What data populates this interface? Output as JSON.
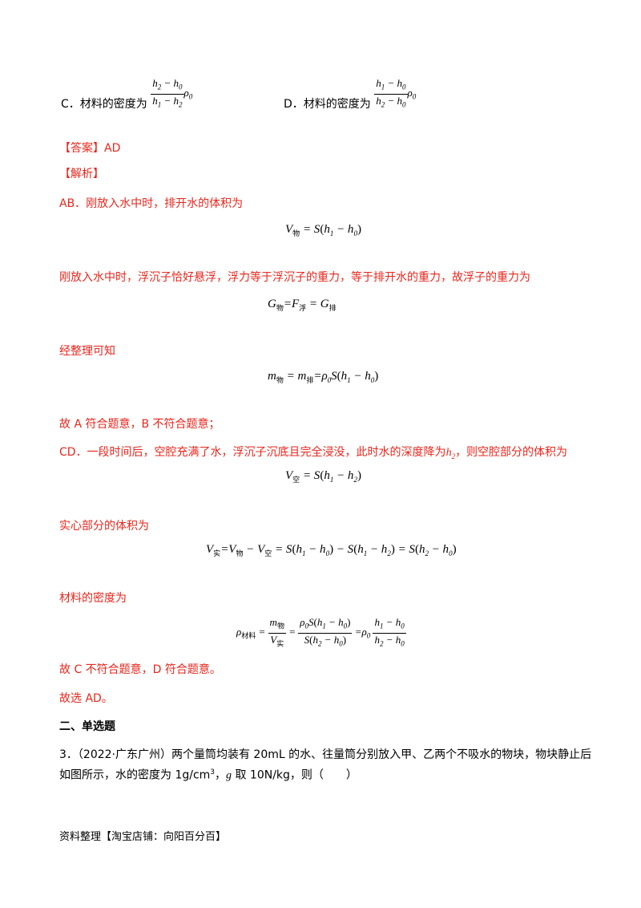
{
  "options": {
    "c_label": "C．材料的密度为",
    "d_label": "D．材料的密度为"
  },
  "answer": "【答案】AD",
  "analysis_title": "【解析】",
  "ab_text": "AB．刚放入水中时，排开水的体积为",
  "float_text": "刚放入水中时，浮沉子恰好悬浮，浮力等于浮沉子的重力，等于排开水的重力，故浮子的重力为",
  "sorted_text": "经整理可知",
  "conclusion_ab": "故 A 符合题意，B 不符合题意；",
  "cd_text_pre": "CD．一段时间后，空腔充满了水，浮沉子沉底且完全浸没，此时水的深度降为",
  "cd_text_post": "，则空腔部分的体积为",
  "solid_text": "实心部分的体积为",
  "density_text": "材料的密度为",
  "conclusion_cd": "故 C 不符合题意，D 符合题意。",
  "final_choice": "故选 AD。",
  "section_title": "二、单选题",
  "q3_line1": "3．（2022·广东广州）两个量筒均装有 20mL 的水、往量筒分别放入甲、乙两个不吸水的物块，物块静止后",
  "q3_line2_pre": "如图所示，水的密度为 1g/cm",
  "q3_line2_sup": "3",
  "q3_line2_mid": "，",
  "q3_line2_g": "g",
  "q3_line2_post": " 取 10N/kg，则（　　）",
  "footer": "资料整理【淘宝店铺：向阳百分百】"
}
